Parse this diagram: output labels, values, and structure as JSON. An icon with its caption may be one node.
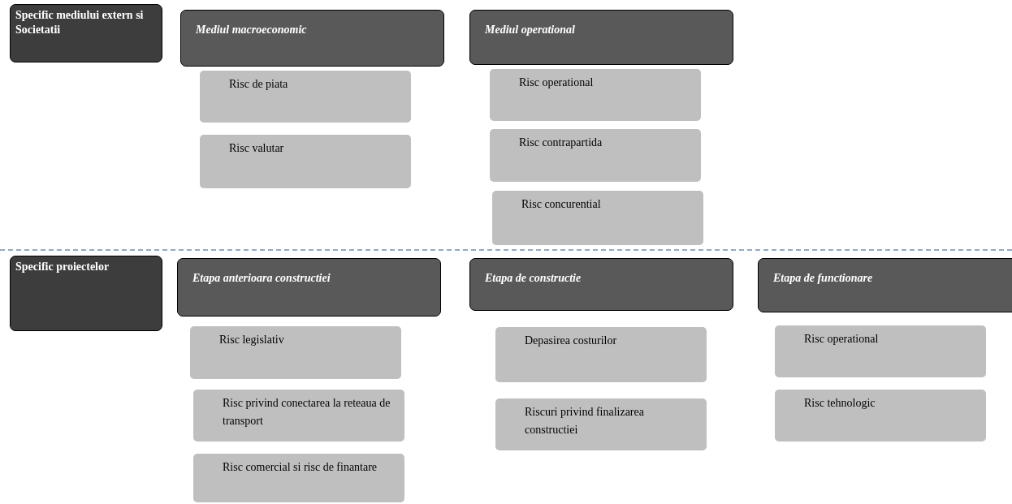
{
  "diagram": {
    "nodes": [
      {
        "text": [
          "Specific mediului extern si Societatii"
        ]
      },
      {
        "text": [
          "Mediul macroeconomic"
        ]
      },
      {
        "text": [
          "Mediul operational"
        ]
      },
      {
        "text": [
          "Risc de piata"
        ]
      },
      {
        "text": [
          "Risc valutar"
        ]
      },
      {
        "text": [
          "Risc operational"
        ]
      },
      {
        "text": [
          "Risc contrapartida"
        ]
      },
      {
        "text": [
          "Risc concurential"
        ]
      },
      {
        "text": [
          "Specific proiectelor"
        ]
      },
      {
        "text": [
          "Etapa anterioara constructiei"
        ]
      },
      {
        "text": [
          "Etapa de constructie"
        ]
      },
      {
        "text": [
          "Etapa de functionare"
        ]
      },
      {
        "text": [
          "Risc legislativ"
        ]
      },
      {
        "text": [
          "Risc privind conectarea la reteaua de transport"
        ]
      },
      {
        "text": [
          "Risc comercial si risc de finantare"
        ]
      },
      {
        "text": [
          "Depasirea costurilor"
        ]
      },
      {
        "text": [
          "Riscuri privind finalizarea constructiei"
        ]
      },
      {
        "text": [
          "Risc operational"
        ]
      },
      {
        "text": [
          "Risc tehnologic"
        ]
      }
    ]
  }
}
